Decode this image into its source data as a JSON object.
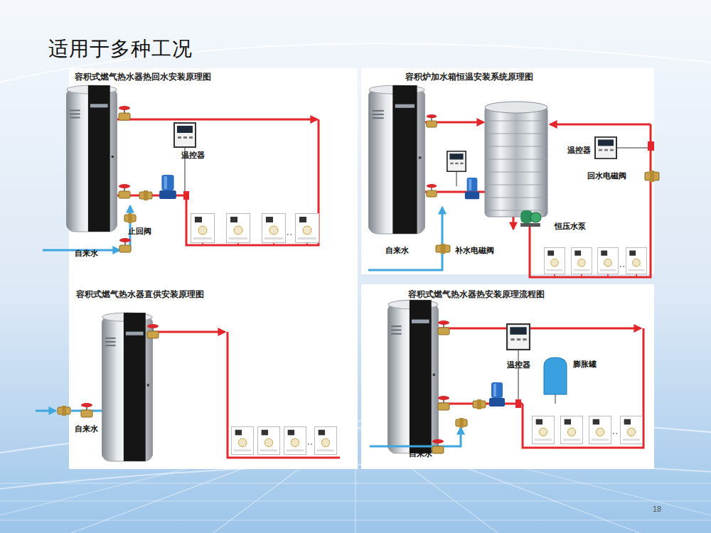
{
  "diagram": {
    "title": "适用于多种工况",
    "nodes": [
      {
        "text": [
          "容积式燃气热水器热回水安装原理图"
        ]
      },
      {
        "text": [
          "容积炉加水箱恒温安装系统原理图"
        ]
      },
      {
        "text": [
          "容积式燃气热水器直供安装原理图"
        ]
      },
      {
        "text": [
          "容积式燃气热水器热安装原理流程图"
        ]
      }
    ],
    "labels": [
      "温控器",
      "止回阀",
      "自来水",
      "温控器",
      "回水电磁阀",
      "恒压水泵",
      "自来水",
      "补水电磁阀",
      "自来水",
      "温控器",
      "膨胀罐",
      "自来水",
      "18"
    ]
  }
}
